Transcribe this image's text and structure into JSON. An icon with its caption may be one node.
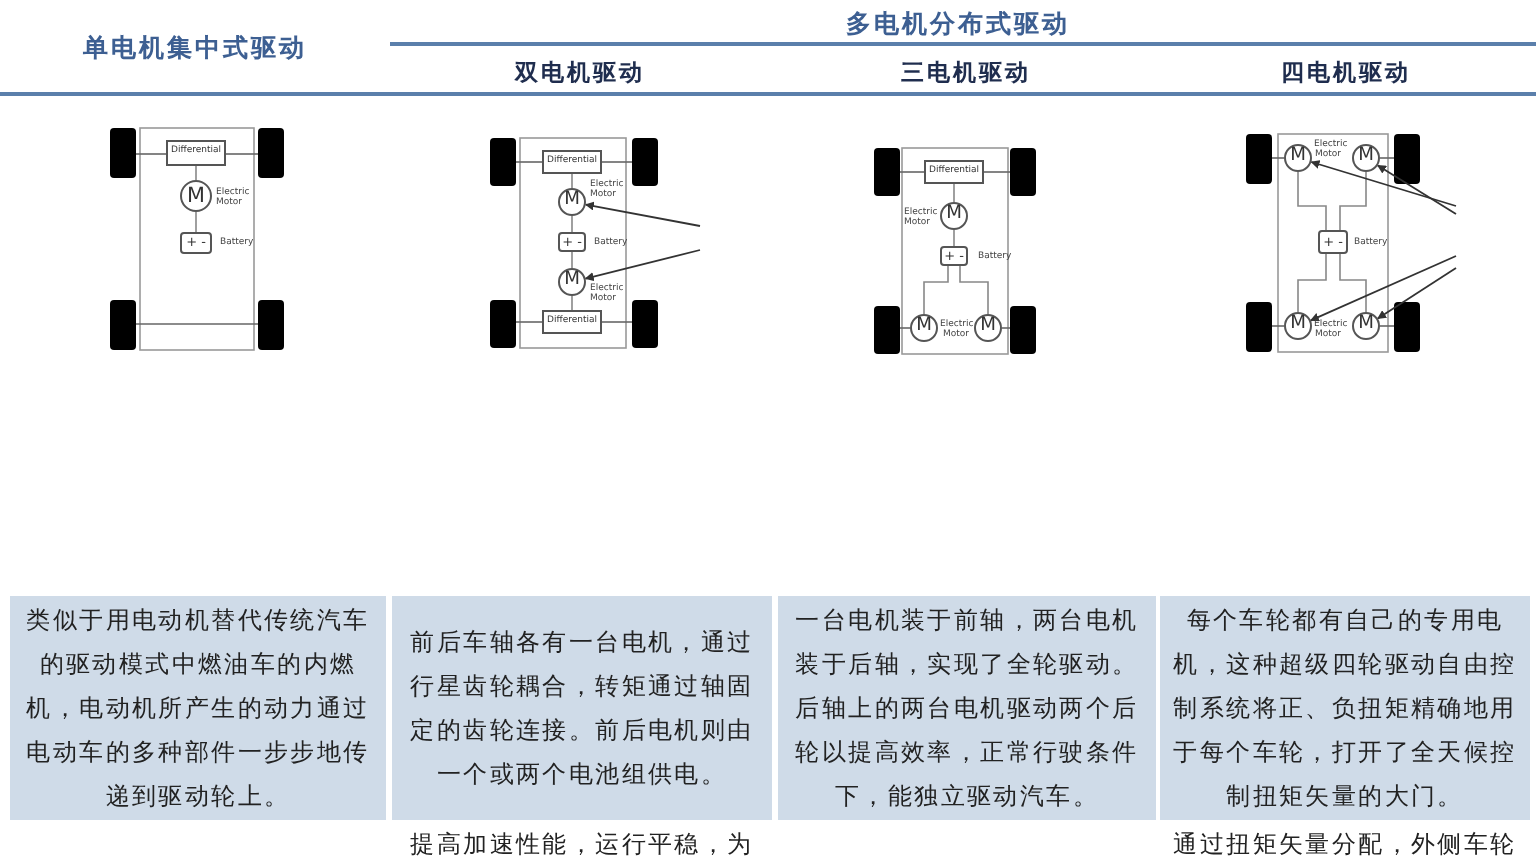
{
  "diagram": {
    "nodes": [
      {
        "text": [
          "Differential"
        ]
      },
      {
        "text": [
          "M"
        ],
        "beside": [
          "Electric Motor"
        ]
      },
      {
        "text": [
          "+ -"
        ],
        "beside": [
          "Battery"
        ]
      },
      {
        "text": [
          "Differential"
        ]
      },
      {
        "text": [
          "M"
        ],
        "beside": [
          "Electric Motor"
        ]
      },
      {
        "text": [
          "+ -"
        ],
        "beside": [
          "Battery"
        ]
      },
      {
        "text": [
          "M"
        ],
        "beside": [
          "Electric Motor"
        ]
      },
      {
        "text": [
          "Differential"
        ]
      },
      {
        "text": [
          "Differential"
        ]
      },
      {
        "text": [
          "M"
        ],
        "beside": [
          "Electric Motor"
        ]
      },
      {
        "text": [
          "+ -"
        ],
        "beside": [
          "Battery"
        ]
      },
      {
        "text": [
          "M"
        ]
      },
      {
        "text": [
          "M"
        ]
      },
      {
        "text": [
          "M"
        ]
      },
      {
        "text": [
          "M"
        ]
      },
      {
        "text": [
          "+ -"
        ],
        "beside": [
          "Battery"
        ]
      },
      {
        "text": [
          "M"
        ]
      },
      {
        "text": [
          "M"
        ]
      }
    ],
    "edges": [
      {
        "from": 0,
        "to": 1,
        "arrow": "none"
      },
      {
        "from": 1,
        "to": 2,
        "arrow": "none"
      },
      {
        "from": 3,
        "to": 4,
        "arrow": "none"
      },
      {
        "from": 4,
        "to": 5,
        "arrow": "none"
      },
      {
        "from": 5,
        "to": 6,
        "arrow": "none"
      },
      {
        "from": 6,
        "to": 7,
        "arrow": "none"
      },
      {
        "from": null,
        "to": 4,
        "arrow": "to"
      },
      {
        "from": null,
        "to": 6,
        "arrow": "to"
      },
      {
        "from": 8,
        "to": 9,
        "arrow": "none"
      },
      {
        "from": 9,
        "to": 10,
        "arrow": "none"
      },
      {
        "from": 10,
        "to": 11,
        "arrow": "none"
      },
      {
        "from": 10,
        "to": 12,
        "arrow": "none"
      },
      {
        "from": 15,
        "to": 13,
        "arrow": "none"
      },
      {
        "from": 15,
        "to": 14,
        "arrow": "none"
      },
      {
        "from": 15,
        "to": 16,
        "arrow": "none"
      },
      {
        "from": 15,
        "to": 17,
        "arrow": "none"
      },
      {
        "from": null,
        "to": 13,
        "arrow": "to"
      },
      {
        "from": null,
        "to": 14,
        "arrow": "to"
      },
      {
        "from": null,
        "to": 16,
        "arrow": "to"
      },
      {
        "from": null,
        "to": 17,
        "arrow": "to"
      }
    ],
    "labels": [
      "单电机集中式驱动",
      "多电机分布式驱动",
      "双电机驱动",
      "三电机驱动",
      "四电机驱动",
      "Electric Motor",
      "Electric Motor",
      "Electric Motor",
      "类似于用电动机替代传统汽车的驱动模式中燃油车的内燃机，电动机所产生的动力通过电动车的多种部件一步步地传递到驱动轮上。",
      "前后车轴各有一台电机，通过行星齿轮耦合，转矩通过轴固定的齿轮连接。前后电机则由一个或两个电池组供电。",
      "一台电机装于前轴，两台电机装于后轴，实现了全轮驱动。后轴上的两台电机驱动两个后轮以提高效率，正常行驶条件下，能独立驱动汽车。",
      "每个车轮都有自己的专用电机，这种超级四轮驱动自由控制系统将正、负扭矩精确地用于每个车轮，打开了全天候控制扭矩矢量的大门。",
      "提高加速性能，运行平稳，为",
      "通过扭矩矢量分配，外侧车轮"
    ]
  }
}
